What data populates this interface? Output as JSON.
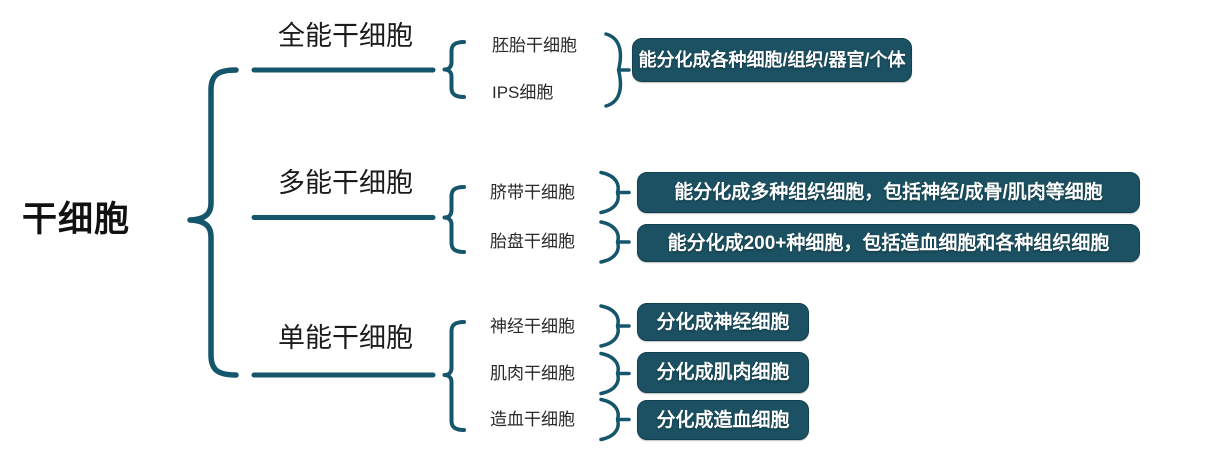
{
  "root": {
    "label": "干细胞"
  },
  "colors": {
    "connector_stroke": "#16566c",
    "box_fill": "#1b5162",
    "box_text": "#ffffff",
    "label_text": "#1c1c1c",
    "background": "#ffffff"
  },
  "branches": [
    {
      "label": "全能干细胞",
      "children": [
        {
          "label": "胚胎干细胞"
        },
        {
          "label": "IPS细胞"
        }
      ],
      "results": [
        {
          "label": "能分化成各种细胞/组织/器官/个体"
        }
      ]
    },
    {
      "label": "多能干细胞",
      "children": [
        {
          "label": "脐带干细胞"
        },
        {
          "label": "胎盘干细胞"
        }
      ],
      "results": [
        {
          "label": "能分化成多种组织细胞，包括神经/成骨/肌肉等细胞"
        },
        {
          "label": "能分化成200+种细胞，包括造血细胞和各种组织细胞"
        }
      ]
    },
    {
      "label": "单能干细胞",
      "children": [
        {
          "label": "神经干细胞"
        },
        {
          "label": "肌肉干细胞"
        },
        {
          "label": "造血干细胞"
        }
      ],
      "results": [
        {
          "label": "分化成神经细胞"
        },
        {
          "label": "分化成肌肉细胞"
        },
        {
          "label": "分化成造血细胞"
        }
      ]
    }
  ]
}
